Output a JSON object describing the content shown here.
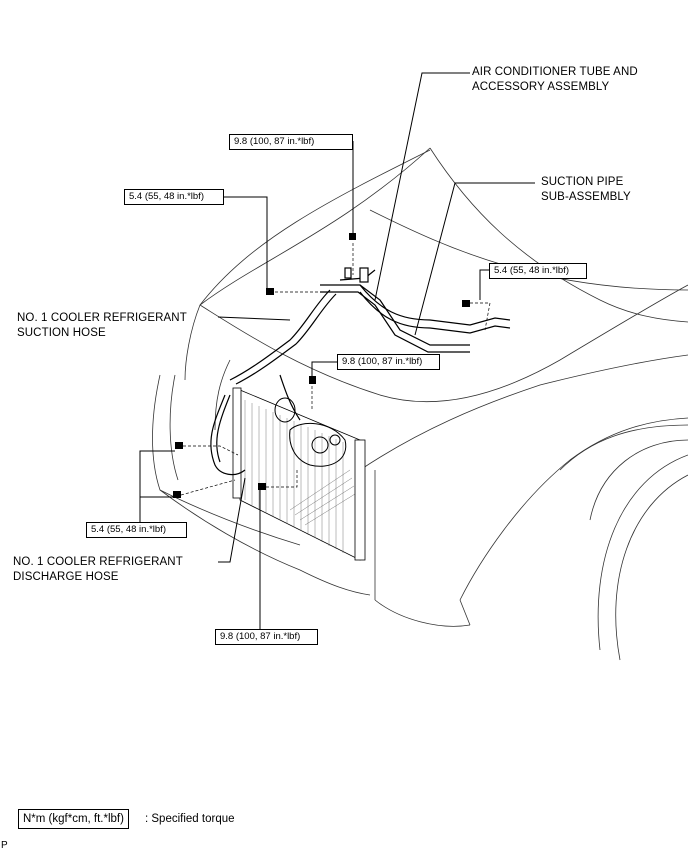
{
  "labels": {
    "tube_assembly": [
      "AIR CONDITIONER TUBE AND",
      "ACCESSORY ASSEMBLY"
    ],
    "suction_pipe": [
      "SUCTION PIPE",
      "SUB-ASSEMBLY"
    ],
    "suction_hose": [
      "NO. 1 COOLER REFRIGERANT",
      "SUCTION HOSE"
    ],
    "discharge_hose": [
      "NO. 1 COOLER REFRIGERANT",
      "DISCHARGE HOSE"
    ]
  },
  "torques": {
    "top_bolt": "9.8 (100, 87 in.*lbf)",
    "left_bolt": "5.4 (55, 48 in.*lbf)",
    "right_bolt": "5.4 (55, 48 in.*lbf)",
    "middle_bolt": "9.8 (100, 87 in.*lbf)",
    "lower_left_bolts": "5.4 (55, 48 in.*lbf)",
    "bottom_bolt": "9.8 (100, 87 in.*lbf)"
  },
  "legend": {
    "unit": "N*m (kgf*cm, ft.*lbf)",
    "description": ": Specified torque"
  },
  "corner_mark": "P"
}
